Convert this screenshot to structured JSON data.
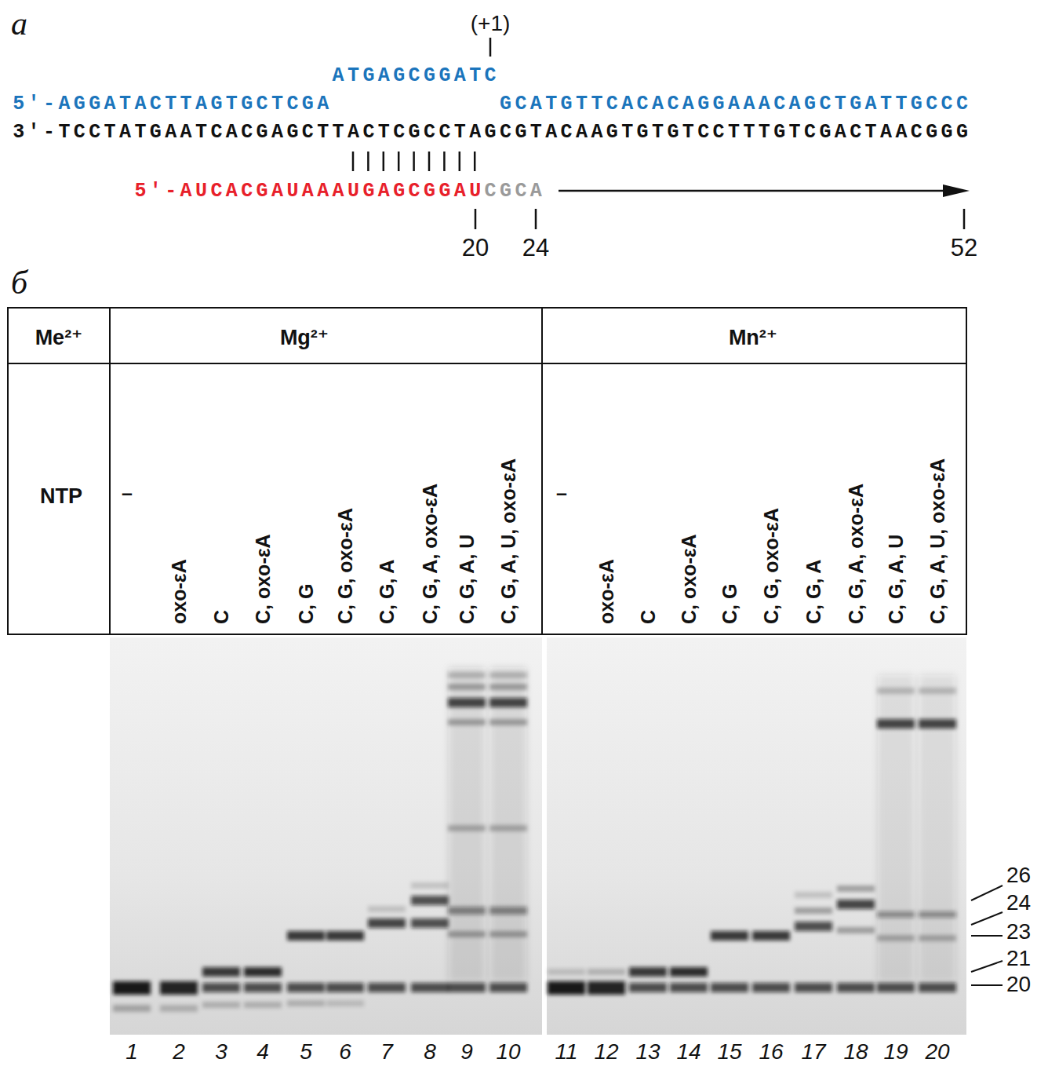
{
  "diagram": {
    "labels": [
      "а",
      "(+1)",
      "ATGAGCGGATC",
      "5′-AGGATACTTAGTGCTCGA",
      "GCATGTTCACACAGGAAACAGCTGATTGCCC",
      "3′-TCCTATGAATCACGAGCTTACTCGCCTAGCGTACAAGTGTGTCCTTTGTCGACTAACGGG",
      "5′-AUCACGAUAAAUGAGCGGAU",
      "CGCA",
      "20",
      "24",
      "52",
      "б",
      "Me²⁺",
      "Mg²⁺",
      "Mn²⁺",
      "NTP",
      "–",
      "oxo-εA",
      "C",
      "C, oxo-εA",
      "C, G",
      "C, G, oxo-εA",
      "C, G, A",
      "C, G, A, oxo-εA",
      "C, G, A, U",
      "C, G, A, U, oxo-εA",
      "–",
      "oxo-εA",
      "C",
      "C, oxo-εA",
      "C, G",
      "C, G, oxo-εA",
      "C, G, A",
      "C, G, A, oxo-εA",
      "C, G, A, U",
      "C, G, A, U, oxo-εA",
      "26",
      "24",
      "23",
      "21",
      "20",
      "1",
      "2",
      "3",
      "4",
      "5",
      "6",
      "7",
      "8",
      "9",
      "10",
      "11",
      "12",
      "13",
      "14",
      "15",
      "16",
      "17",
      "18",
      "19",
      "20"
    ]
  }
}
